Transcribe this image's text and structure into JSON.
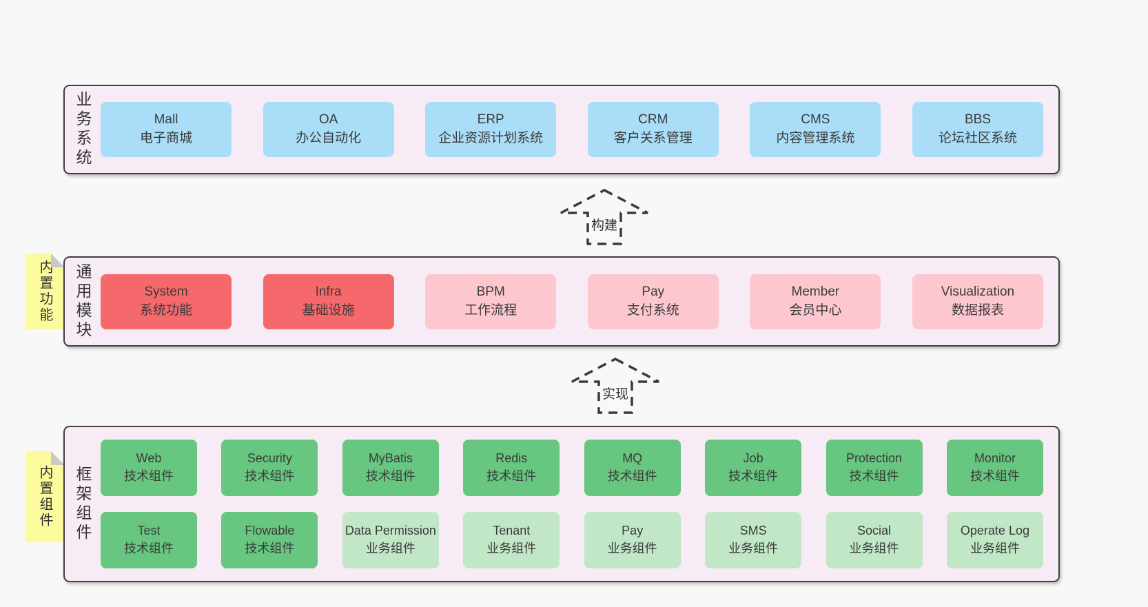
{
  "page": {
    "background": "#f8f8f8"
  },
  "colors": {
    "band_background": "#f7ecf5",
    "band_border": "#3f3f3f",
    "blue_box": "#a9ddf8",
    "red_box": "#f5696c",
    "pink_box": "#fdc7d0",
    "green_box": "#67c67f",
    "light_green_box": "#c1e7c6",
    "sticky_yellow": "#fbfb9e",
    "sticky_fold": "#c8c8c8",
    "text": "#3b3b3b"
  },
  "arrows": [
    {
      "label": "构建"
    },
    {
      "label": "实现"
    }
  ],
  "bands": [
    {
      "label": "业务系统",
      "sticky": null,
      "rows": [
        [
          {
            "name": "Mall",
            "desc": "电子商城"
          },
          {
            "name": "OA",
            "desc": "办公自动化"
          },
          {
            "name": "ERP",
            "desc": "企业资源计划系统"
          },
          {
            "name": "CRM",
            "desc": "客户关系管理"
          },
          {
            "name": "CMS",
            "desc": "内容管理系统"
          },
          {
            "name": "BBS",
            "desc": "论坛社区系统"
          }
        ]
      ]
    },
    {
      "label": "通用模块",
      "sticky": "内置功能",
      "rows": [
        [
          {
            "name": "System",
            "desc": "系统功能"
          },
          {
            "name": "Infra",
            "desc": "基础设施"
          },
          {
            "name": "BPM",
            "desc": "工作流程"
          },
          {
            "name": "Pay",
            "desc": "支付系统"
          },
          {
            "name": "Member",
            "desc": "会员中心"
          },
          {
            "name": "Visualization",
            "desc": "数据报表"
          }
        ]
      ]
    },
    {
      "label": "框架组件",
      "sticky": "内置组件",
      "rows": [
        [
          {
            "name": "Web",
            "desc": "技术组件"
          },
          {
            "name": "Security",
            "desc": "技术组件"
          },
          {
            "name": "MyBatis",
            "desc": "技术组件"
          },
          {
            "name": "Redis",
            "desc": "技术组件"
          },
          {
            "name": "MQ",
            "desc": "技术组件"
          },
          {
            "name": "Job",
            "desc": "技术组件"
          },
          {
            "name": "Protection",
            "desc": "技术组件"
          },
          {
            "name": "Monitor",
            "desc": "技术组件"
          }
        ],
        [
          {
            "name": "Test",
            "desc": "技术组件"
          },
          {
            "name": "Flowable",
            "desc": "技术组件"
          },
          {
            "name": "Data Permission",
            "desc": "业务组件"
          },
          {
            "name": "Tenant",
            "desc": "业务组件"
          },
          {
            "name": "Pay",
            "desc": "业务组件"
          },
          {
            "name": "SMS",
            "desc": "业务组件"
          },
          {
            "name": "Social",
            "desc": "业务组件"
          },
          {
            "name": "Operate Log",
            "desc": "业务组件"
          }
        ]
      ]
    }
  ]
}
